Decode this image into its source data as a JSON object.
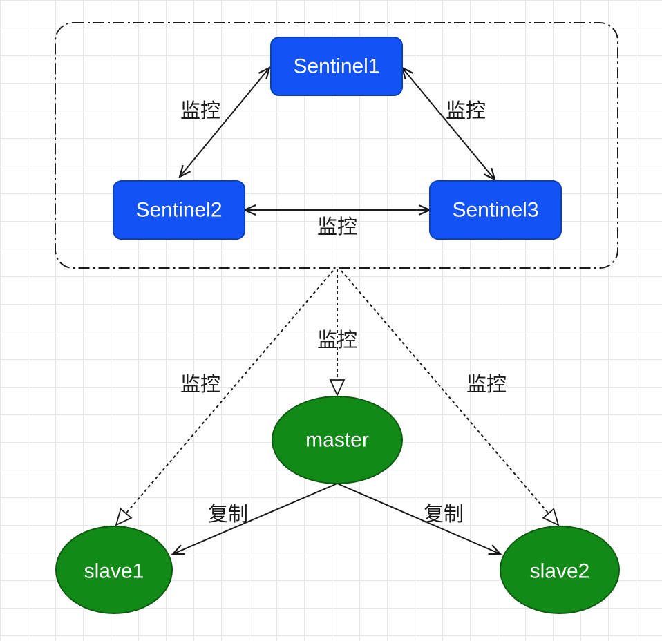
{
  "nodes": {
    "sentinel1": {
      "label": "Sentinel1"
    },
    "sentinel2": {
      "label": "Sentinel2"
    },
    "sentinel3": {
      "label": "Sentinel3"
    },
    "master": {
      "label": "master"
    },
    "slave1": {
      "label": "slave1"
    },
    "slave2": {
      "label": "slave2"
    }
  },
  "edges": {
    "s1_s2": {
      "label": "监控"
    },
    "s1_s3": {
      "label": "监控"
    },
    "s2_s3": {
      "label": "监控"
    },
    "group_master": {
      "label": "监控"
    },
    "group_slave1": {
      "label": "监控"
    },
    "group_slave2": {
      "label": "监控"
    },
    "master_slave1": {
      "label": "复制"
    },
    "master_slave2": {
      "label": "复制"
    }
  },
  "colors": {
    "sentinel_fill": "#1352f5",
    "sentinel_stroke": "#0b3fb8",
    "redis_fill": "#128a18",
    "redis_stroke": "#0e5a11",
    "edge": "#1a1a1a"
  }
}
